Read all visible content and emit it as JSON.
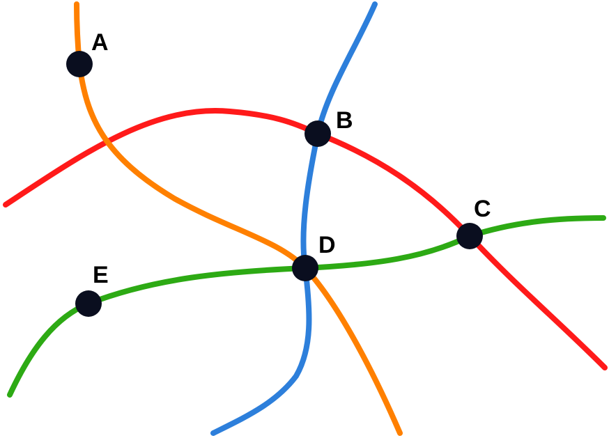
{
  "lines": [
    {
      "id": "orange",
      "color": "#FF8000"
    },
    {
      "id": "red",
      "color": "#FF1A1A"
    },
    {
      "id": "blue",
      "color": "#2D7FDB"
    },
    {
      "id": "green",
      "color": "#2DAA14"
    }
  ],
  "colors": {
    "node": "#0A0E1F",
    "label": "#000000",
    "background": "#FFFFFF"
  },
  "nodes": [
    {
      "id": "A",
      "label": "A"
    },
    {
      "id": "B",
      "label": "B"
    },
    {
      "id": "C",
      "label": "C"
    },
    {
      "id": "D",
      "label": "D"
    },
    {
      "id": "E",
      "label": "E"
    }
  ]
}
